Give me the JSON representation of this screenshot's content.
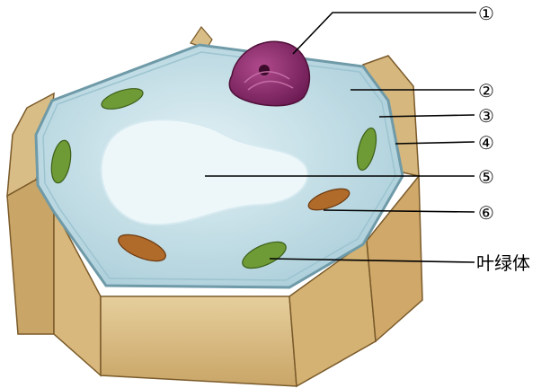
{
  "labels": {
    "l1": "①",
    "l2": "②",
    "l3": "③",
    "l4": "④",
    "l5": "⑤",
    "l6": "⑥",
    "chloroplast": "叶绿体"
  },
  "colors": {
    "cell_wall": "#d9bd86",
    "cytoplasm": "#cde6ee",
    "vacuole": "#e8f4f8",
    "nucleus": "#8e2a6e",
    "chloroplast": "#6e9b35",
    "mitochondrion": "#b06a2a"
  }
}
